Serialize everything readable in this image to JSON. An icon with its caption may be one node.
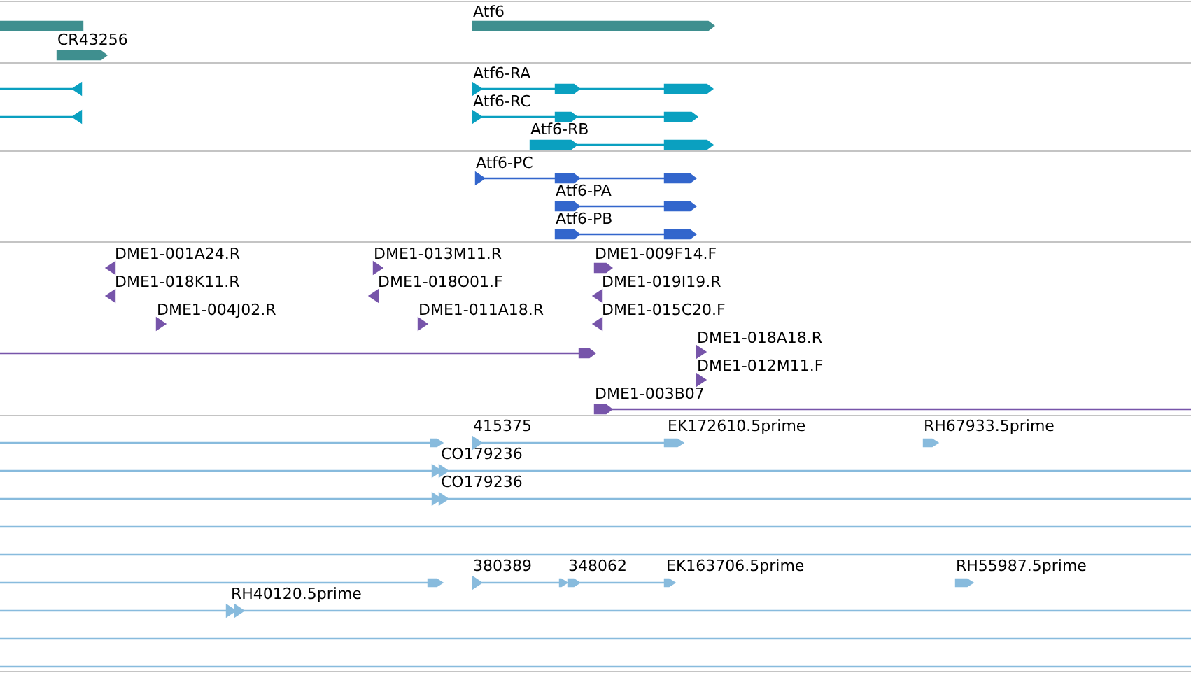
{
  "diagram": {
    "labels": [
      "Atf6",
      "CR43256",
      "Atf6-RA",
      "Atf6-RC",
      "Atf6-RB",
      "Atf6-PC",
      "Atf6-PA",
      "Atf6-PB",
      "DME1-001A24.R",
      "DME1-013M11.R",
      "DME1-009F14.F",
      "DME1-018K11.R",
      "DME1-018O01.F",
      "DME1-019I19.R",
      "DME1-004J02.R",
      "DME1-011A18.R",
      "DME1-015C20.F",
      "DME1-018A18.R",
      "DME1-012M11.F",
      "DME1-003B07",
      "415375",
      "EK172610.5prime",
      "RH67933.5prime",
      "CO179236",
      "CO179236",
      "380389",
      "348062",
      "EK163706.5prime",
      "RH55987.5prime",
      "RH40120.5prime"
    ]
  }
}
